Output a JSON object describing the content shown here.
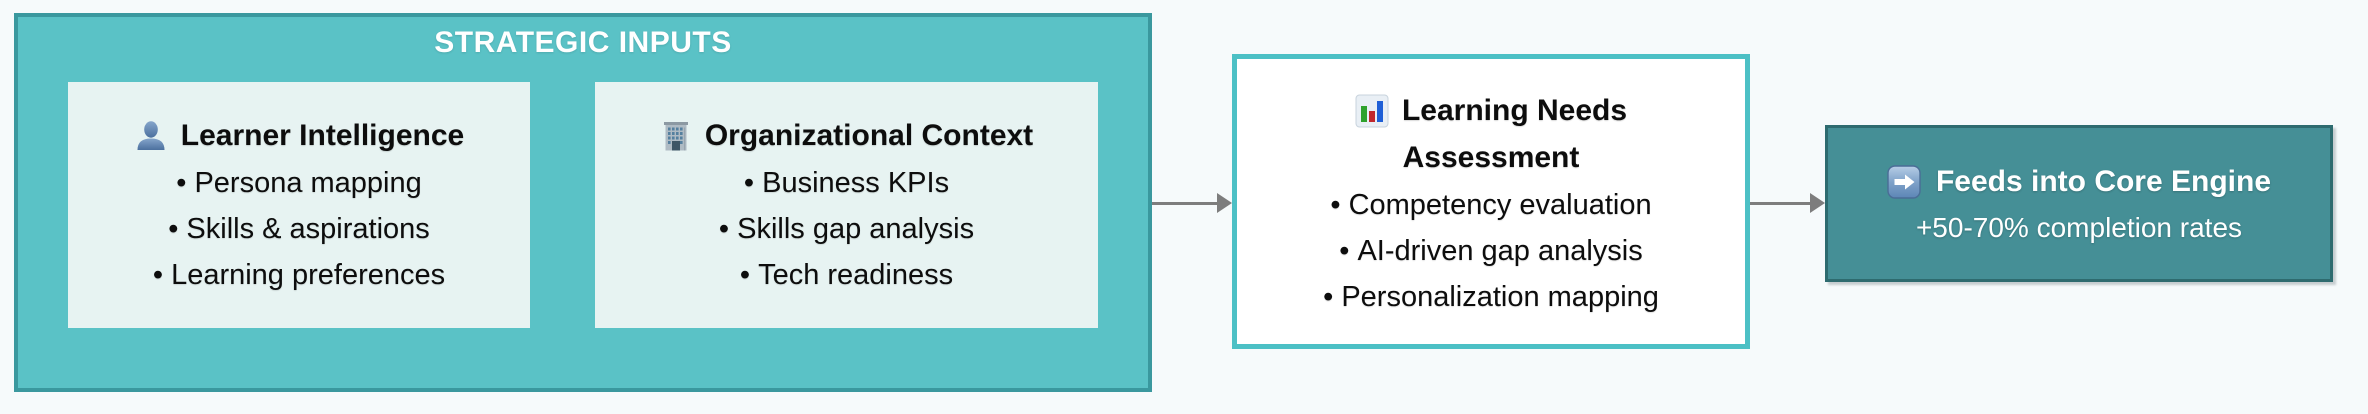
{
  "strategic_inputs": {
    "title": "STRATEGIC INPUTS",
    "cards": [
      {
        "icon": "person-icon",
        "title": "Learner Intelligence",
        "bullets": [
          "Persona mapping",
          "Skills & aspirations",
          "Learning preferences"
        ]
      },
      {
        "icon": "building-icon",
        "title": "Organizational Context",
        "bullets": [
          "Business KPIs",
          "Skills gap analysis",
          "Tech readiness"
        ]
      }
    ]
  },
  "assessment": {
    "icon": "bar-chart-icon",
    "title": "Learning Needs Assessment",
    "title_line1": "Learning Needs",
    "title_line2": "Assessment",
    "bullets": [
      "Competency evaluation",
      "AI-driven gap analysis",
      "Personalization mapping"
    ]
  },
  "core_engine": {
    "icon": "arrow-right-icon",
    "title": "Feeds into Core Engine",
    "subtitle": "+50-70% completion rates"
  },
  "colors": {
    "group_fill": "#5AC2C6",
    "group_border": "#3A989E",
    "card_fill": "#E7F3F2",
    "assessment_border": "#4CC0C5",
    "engine_fill": "#458F96",
    "engine_border": "#2E6B6F",
    "connector_gray": "#7D7D7D",
    "title_text": "#FFFFFF",
    "body_text": "#0D0D0D"
  }
}
